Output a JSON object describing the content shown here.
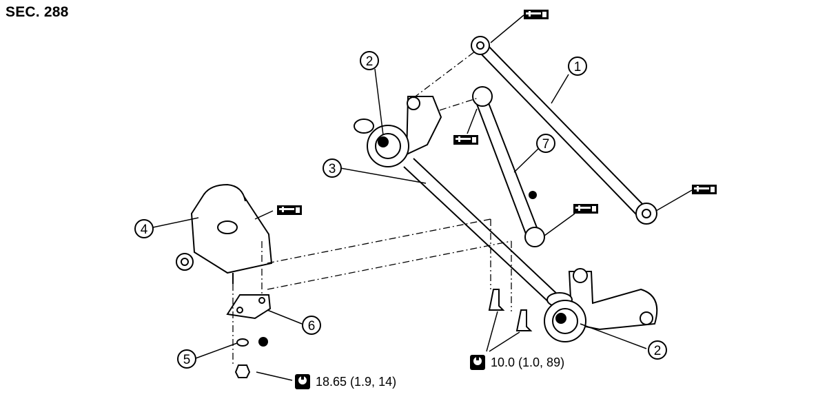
{
  "header": {
    "section_code": "SEC. 288"
  },
  "callouts": [
    {
      "number": "1"
    },
    {
      "number": "2"
    },
    {
      "number": "2"
    },
    {
      "number": "3"
    },
    {
      "number": "4"
    },
    {
      "number": "5"
    },
    {
      "number": "6"
    },
    {
      "number": "7"
    }
  ],
  "torques": [
    {
      "value": "18.65 (1.9, 14)"
    },
    {
      "value": "10.0 (1.0, 89)"
    }
  ],
  "colors": {
    "ink": "#000000",
    "background": "#ffffff"
  },
  "icons": [
    "lubricate-grease-icon",
    "torque-wrench-icon",
    "black-dot-marker-icon"
  ]
}
